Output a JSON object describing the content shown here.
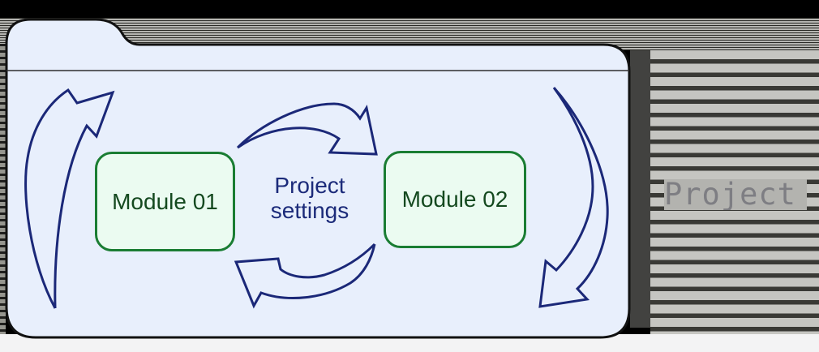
{
  "diagram": {
    "type": "folder-cycle-diagram",
    "modules": [
      {
        "label": "Module 01"
      },
      {
        "label": "Module 02"
      }
    ],
    "center_label": "Project settings",
    "folder_label": "Project",
    "arrows": [
      "left-edge-up",
      "module01-to-module02-top",
      "module02-to-module01-bottom",
      "right-edge-down"
    ],
    "colors": {
      "background": "#000000",
      "folder_fill": "#e8effc",
      "folder_border": "#111111",
      "module_fill": "#ebfbf1",
      "module_border": "#1a7d33",
      "module_text": "#14491f",
      "accent_navy": "#1c2b7a",
      "folder_label_text": "#7e7e83",
      "stripe_light": "#c5c5c1",
      "stripe_dark": "#393935",
      "shadow_strip": "#424240",
      "bottom_band": "#f3f3f4"
    }
  }
}
